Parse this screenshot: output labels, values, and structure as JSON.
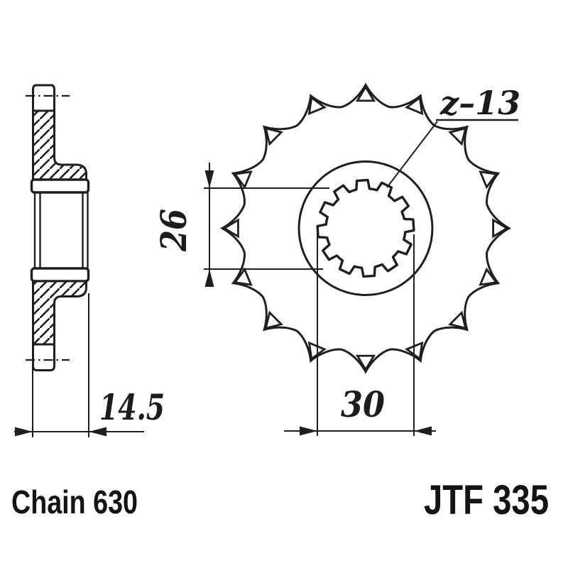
{
  "labels": {
    "teeth": "z–13",
    "chain": "Chain 630",
    "part": "JTF 335"
  },
  "dimensions": {
    "spline_minor": "26",
    "spline_major": "30",
    "width": "14.5"
  },
  "colors": {
    "ink": "#1f1f1f",
    "background": "#ffffff"
  }
}
